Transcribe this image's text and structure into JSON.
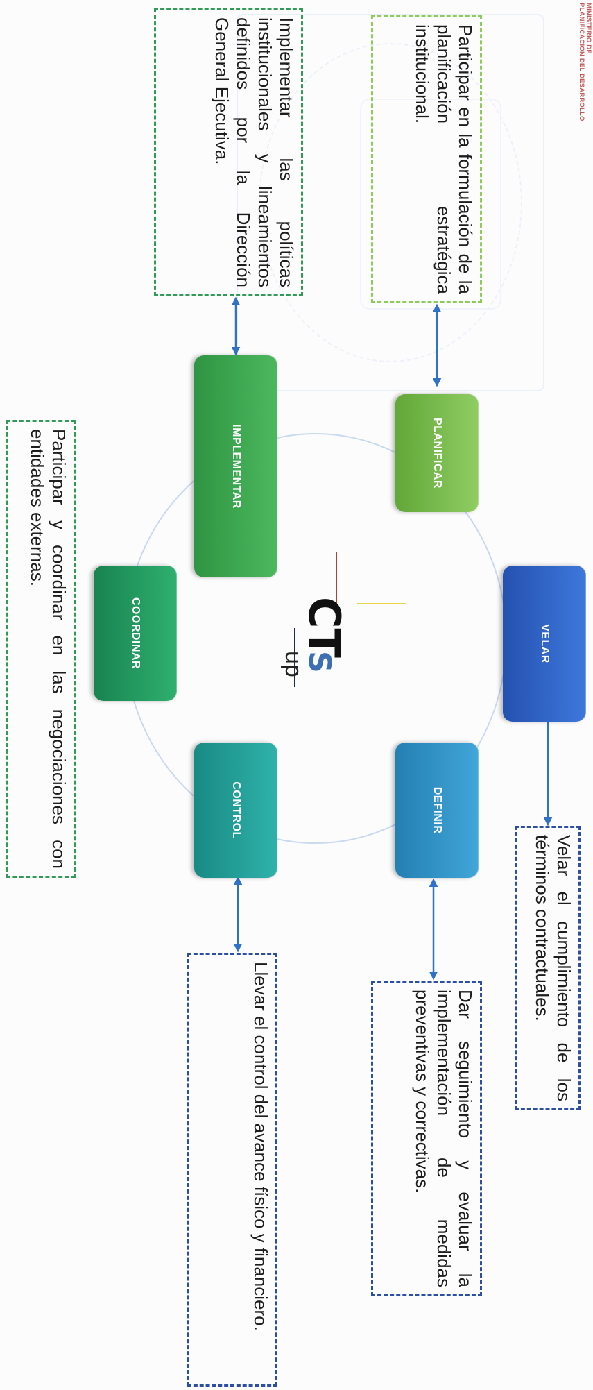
{
  "header": {
    "ministry_line1": "MINISTERIO DE",
    "ministry_line2": "PLANIFICACIÓN DEL DESARROLLO"
  },
  "logo": {
    "ct": "CT",
    "s": "S",
    "up": "up"
  },
  "nodes": {
    "planificar": {
      "label": "PLANIFICAR",
      "color": "#72b543"
    },
    "velar": {
      "label": "VELAR",
      "color": "#2f62c5"
    },
    "definir": {
      "label": "DEFINIR",
      "color": "#2e8fc2"
    },
    "control": {
      "label": "CONTROL",
      "color": "#1f9b94"
    },
    "coordinar": {
      "label": "COORDINAR",
      "color": "#1f9a60"
    },
    "implementar": {
      "label": "IMPLEMENTAR",
      "color": "#3aa54e"
    }
  },
  "descriptions": {
    "planificar": "Participar en la formulación de la planificación estratégica institucional.",
    "velar": "Velar el cumplimiento de los términos contractuales.",
    "definir": "Dar seguimiento y evaluar la implementación de medidas preventivas y correctivas.",
    "control": "Llevar el control del avance físico y financiero.",
    "coordinar": "Participar y coordinar en las negociaciones con entidades externas.",
    "implementar": "Implementar las políticas institucionales y lineamientos definidos por la Dirección General Ejecutiva."
  },
  "colors": {
    "green_dash": "#2f9b55",
    "light_green_dash": "#8ccd58",
    "blue_dash": "#2c4fa5",
    "connector": "#2f72c8",
    "circle": "#c9d9ee"
  }
}
